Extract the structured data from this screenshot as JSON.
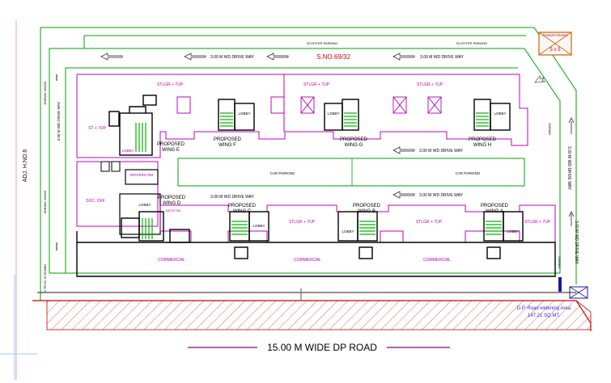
{
  "road": {
    "title": "15.00 M WIDE DP ROAD",
    "widening_label": "D.P. Road widening Area",
    "widening_area": "147.21 SQ.MT."
  },
  "site": {
    "survey_no": "S.NO.69/32",
    "adjacent_left": "ADJ. H.NO.6",
    "left_side_labels": [
      "ONEWAY 400/200",
      "3.00 M WD DRIVE WAY",
      "ONEWAY 400/200",
      "10 TPLOC 30 ROWBD"
    ],
    "right_side_labels": [
      "3.00 M WD DRIVE WAY",
      "3.00 M WD DRIVE WAY",
      "ONEWAY",
      "ONEWAY"
    ]
  },
  "parking": {
    "scooter_top_left": "SCOOTER PARKING",
    "scooter_top_right": "SCOOTER PARKING",
    "transformer": "TRANSFORMER",
    "transformer_size": "5 x 5",
    "car_parking_left": "CAR PARKING",
    "car_parking_right": "CAR PARKING"
  },
  "drive_way": "3.00 M WD DRIVE WAY",
  "floors": {
    "stilt_gr_7": "STLGR + 7UP",
    "st_7": "ST + 7UP"
  },
  "wings": {
    "e": "PROPOSED\nWING E",
    "f": "PROPOSED\nWING F",
    "g": "PROPOSED\nWING G",
    "h": "PROPOSED\nWING H",
    "d": "PROPOSED\nWING D",
    "c": "PROPOSED\nWING C",
    "b": "PROPOSED\nWING B",
    "a": "PROPOSED\nWING A"
  },
  "rooms": {
    "lobby": "LOBBY",
    "drivers_rm": "DRIVERS RM",
    "soc_off": "SOC. OFF",
    "commercial": "COMMERCIAL",
    "meter_rm": "METER RM"
  },
  "colors": {
    "plot_green": "#00a000",
    "building_magenta": "#c000c0",
    "walls": "#000000",
    "road_hatch": "#d40000",
    "stair": "#00b400"
  }
}
